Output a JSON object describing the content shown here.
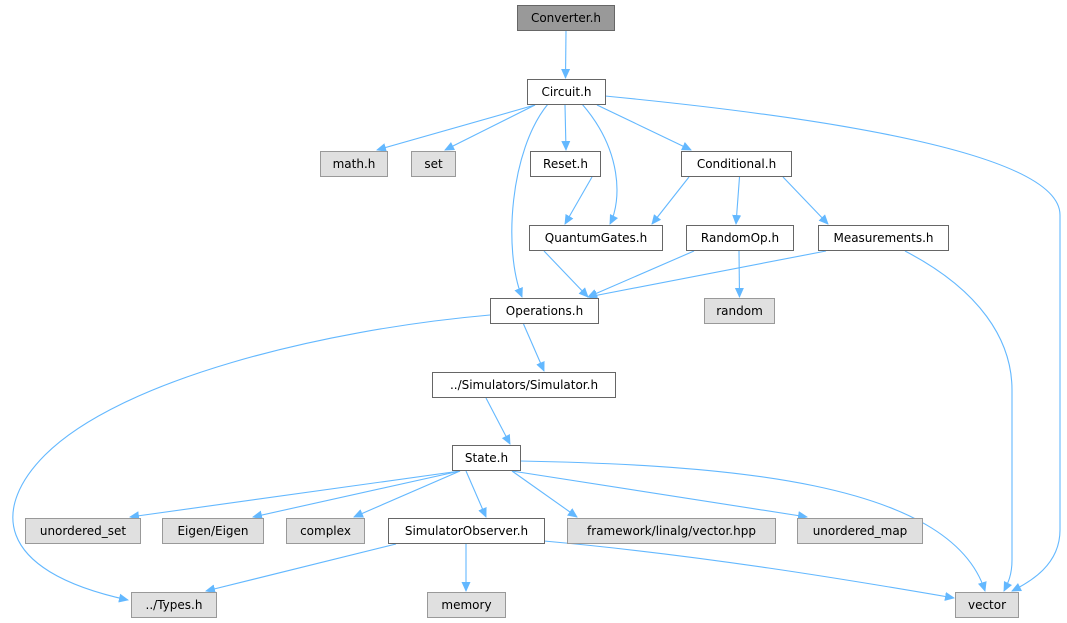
{
  "graph": {
    "title": "Converter.h",
    "colors": {
      "edge": "#63b8ff",
      "root_fill": "#999999",
      "root_border": "#666666",
      "local_fill": "#ffffff",
      "local_border": "#666666",
      "system_fill": "#e0e0e0",
      "system_border": "#999999"
    },
    "nodes": [
      {
        "id": "converter",
        "label": "Converter.h",
        "kind": "root"
      },
      {
        "id": "circuit",
        "label": "Circuit.h",
        "kind": "local"
      },
      {
        "id": "math",
        "label": "math.h",
        "kind": "system"
      },
      {
        "id": "set",
        "label": "set",
        "kind": "system"
      },
      {
        "id": "reset",
        "label": "Reset.h",
        "kind": "local"
      },
      {
        "id": "conditional",
        "label": "Conditional.h",
        "kind": "local"
      },
      {
        "id": "quantumgates",
        "label": "QuantumGates.h",
        "kind": "local"
      },
      {
        "id": "randomop",
        "label": "RandomOp.h",
        "kind": "local"
      },
      {
        "id": "measurements",
        "label": "Measurements.h",
        "kind": "local"
      },
      {
        "id": "operations",
        "label": "Operations.h",
        "kind": "local"
      },
      {
        "id": "random",
        "label": "random",
        "kind": "system"
      },
      {
        "id": "simulator",
        "label": "../Simulators/Simulator.h",
        "kind": "local"
      },
      {
        "id": "state",
        "label": "State.h",
        "kind": "local"
      },
      {
        "id": "unordered_set",
        "label": "unordered_set",
        "kind": "system"
      },
      {
        "id": "eigen",
        "label": "Eigen/Eigen",
        "kind": "system"
      },
      {
        "id": "complex",
        "label": "complex",
        "kind": "system"
      },
      {
        "id": "simobserver",
        "label": "SimulatorObserver.h",
        "kind": "local"
      },
      {
        "id": "framework",
        "label": "framework/linalg/vector.hpp",
        "kind": "system"
      },
      {
        "id": "unordered_map",
        "label": "unordered_map",
        "kind": "system"
      },
      {
        "id": "types",
        "label": "../Types.h",
        "kind": "system"
      },
      {
        "id": "memory",
        "label": "memory",
        "kind": "system"
      },
      {
        "id": "vector",
        "label": "vector",
        "kind": "system"
      }
    ],
    "edges": [
      [
        "converter",
        "circuit"
      ],
      [
        "circuit",
        "math"
      ],
      [
        "circuit",
        "set"
      ],
      [
        "circuit",
        "reset"
      ],
      [
        "circuit",
        "quantumgates"
      ],
      [
        "circuit",
        "operations"
      ],
      [
        "circuit",
        "conditional"
      ],
      [
        "circuit",
        "vector"
      ],
      [
        "reset",
        "quantumgates"
      ],
      [
        "conditional",
        "quantumgates"
      ],
      [
        "conditional",
        "randomop"
      ],
      [
        "conditional",
        "measurements"
      ],
      [
        "quantumgates",
        "operations"
      ],
      [
        "randomop",
        "operations"
      ],
      [
        "randomop",
        "random"
      ],
      [
        "measurements",
        "operations"
      ],
      [
        "measurements",
        "vector"
      ],
      [
        "operations",
        "simulator"
      ],
      [
        "operations",
        "types"
      ],
      [
        "simulator",
        "state"
      ],
      [
        "state",
        "unordered_set"
      ],
      [
        "state",
        "eigen"
      ],
      [
        "state",
        "complex"
      ],
      [
        "state",
        "simobserver"
      ],
      [
        "state",
        "framework"
      ],
      [
        "state",
        "unordered_map"
      ],
      [
        "state",
        "vector"
      ],
      [
        "simobserver",
        "types"
      ],
      [
        "simobserver",
        "memory"
      ],
      [
        "simobserver",
        "vector"
      ]
    ]
  }
}
